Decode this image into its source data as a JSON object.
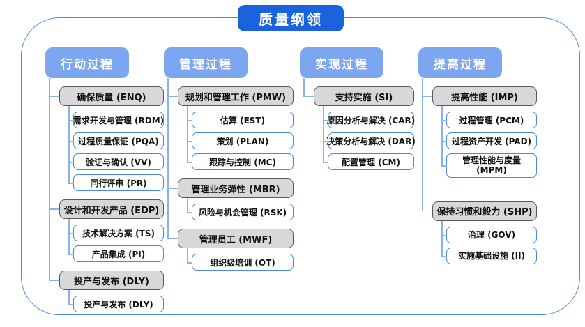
{
  "title": "质量纲领",
  "colors": {
    "title_bg": "#1b62de",
    "column_header_bg": "#7da6f0",
    "blue_box_border": "#4a88e8",
    "connector_line": "#8ab1f1",
    "group_box_fill": "#d8d8d8",
    "group_box_border": "#595959"
  },
  "columns": [
    {
      "header": "行动过程",
      "groups": [
        {
          "label": "确保质量 (ENQ)",
          "children": [
            "需求开发与管理 (RDM)",
            "过程质量保证 (PQA)",
            "验证与确认 (VV)",
            "同行评审 (PR)"
          ]
        },
        {
          "label": "设计和开发产品 (EDP)",
          "children": [
            "技术解决方案 (TS)",
            "产品集成 (PI)"
          ]
        },
        {
          "label": "投产与发布 (DLY)",
          "children": [
            "投产与发布 (DLY)"
          ]
        }
      ]
    },
    {
      "header": "管理过程",
      "groups": [
        {
          "label": "规划和管理工作 (PMW)",
          "children": [
            "估算 (EST)",
            "策划 (PLAN)",
            "跟踪与控制 (MC)"
          ]
        },
        {
          "label": "管理业务弹性 (MBR)",
          "children": [
            "风险与机会管理 (RSK)"
          ]
        },
        {
          "label": "管理员工 (MWF)",
          "children": [
            "组织级培训 (OT)"
          ]
        }
      ]
    },
    {
      "header": "实现过程",
      "groups": [
        {
          "label": "支持实施 (SI)",
          "children": [
            "原因分析与解决 (CAR)",
            "决策分析与解决 (DAR)",
            "配置管理 (CM)"
          ]
        }
      ]
    },
    {
      "header": "提高过程",
      "groups": [
        {
          "label": "提高性能 (IMP)",
          "children": [
            "过程管理 (PCM)",
            "过程资产开发 (PAD)",
            "管理性能与度量 (MPM)"
          ]
        },
        {
          "label": "保持习惯和毅力 (SHP)",
          "children": [
            "治理 (GOV)",
            "实施基础设施 (II)"
          ]
        }
      ]
    }
  ]
}
